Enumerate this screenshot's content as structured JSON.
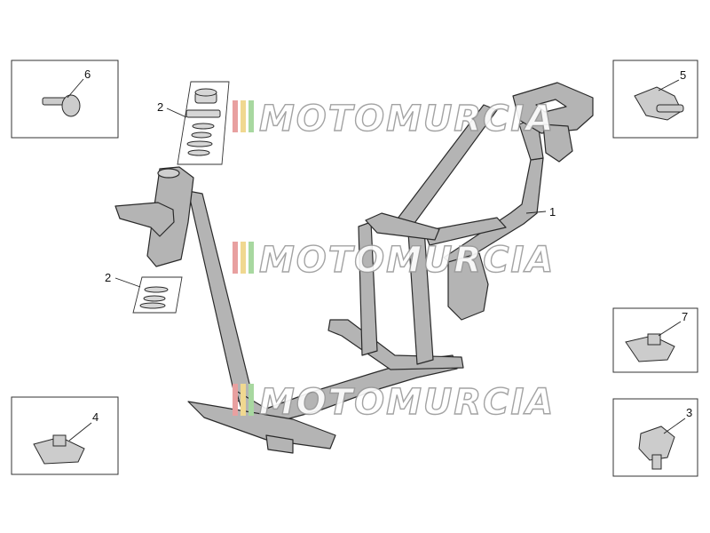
{
  "callouts": {
    "c1": "1",
    "c2a": "2",
    "c2b": "2",
    "c3": "3",
    "c4": "4",
    "c5": "5",
    "c6": "6",
    "c7": "7"
  },
  "watermark": {
    "text": "MOTOMURCIA",
    "stripe_colors": [
      "#e8a0a0",
      "#f0d890",
      "#a8d8a0"
    ]
  },
  "colors": {
    "frame_fill": "#b4b4b4",
    "outline": "#2a2a2a",
    "box_border": "#333333"
  }
}
